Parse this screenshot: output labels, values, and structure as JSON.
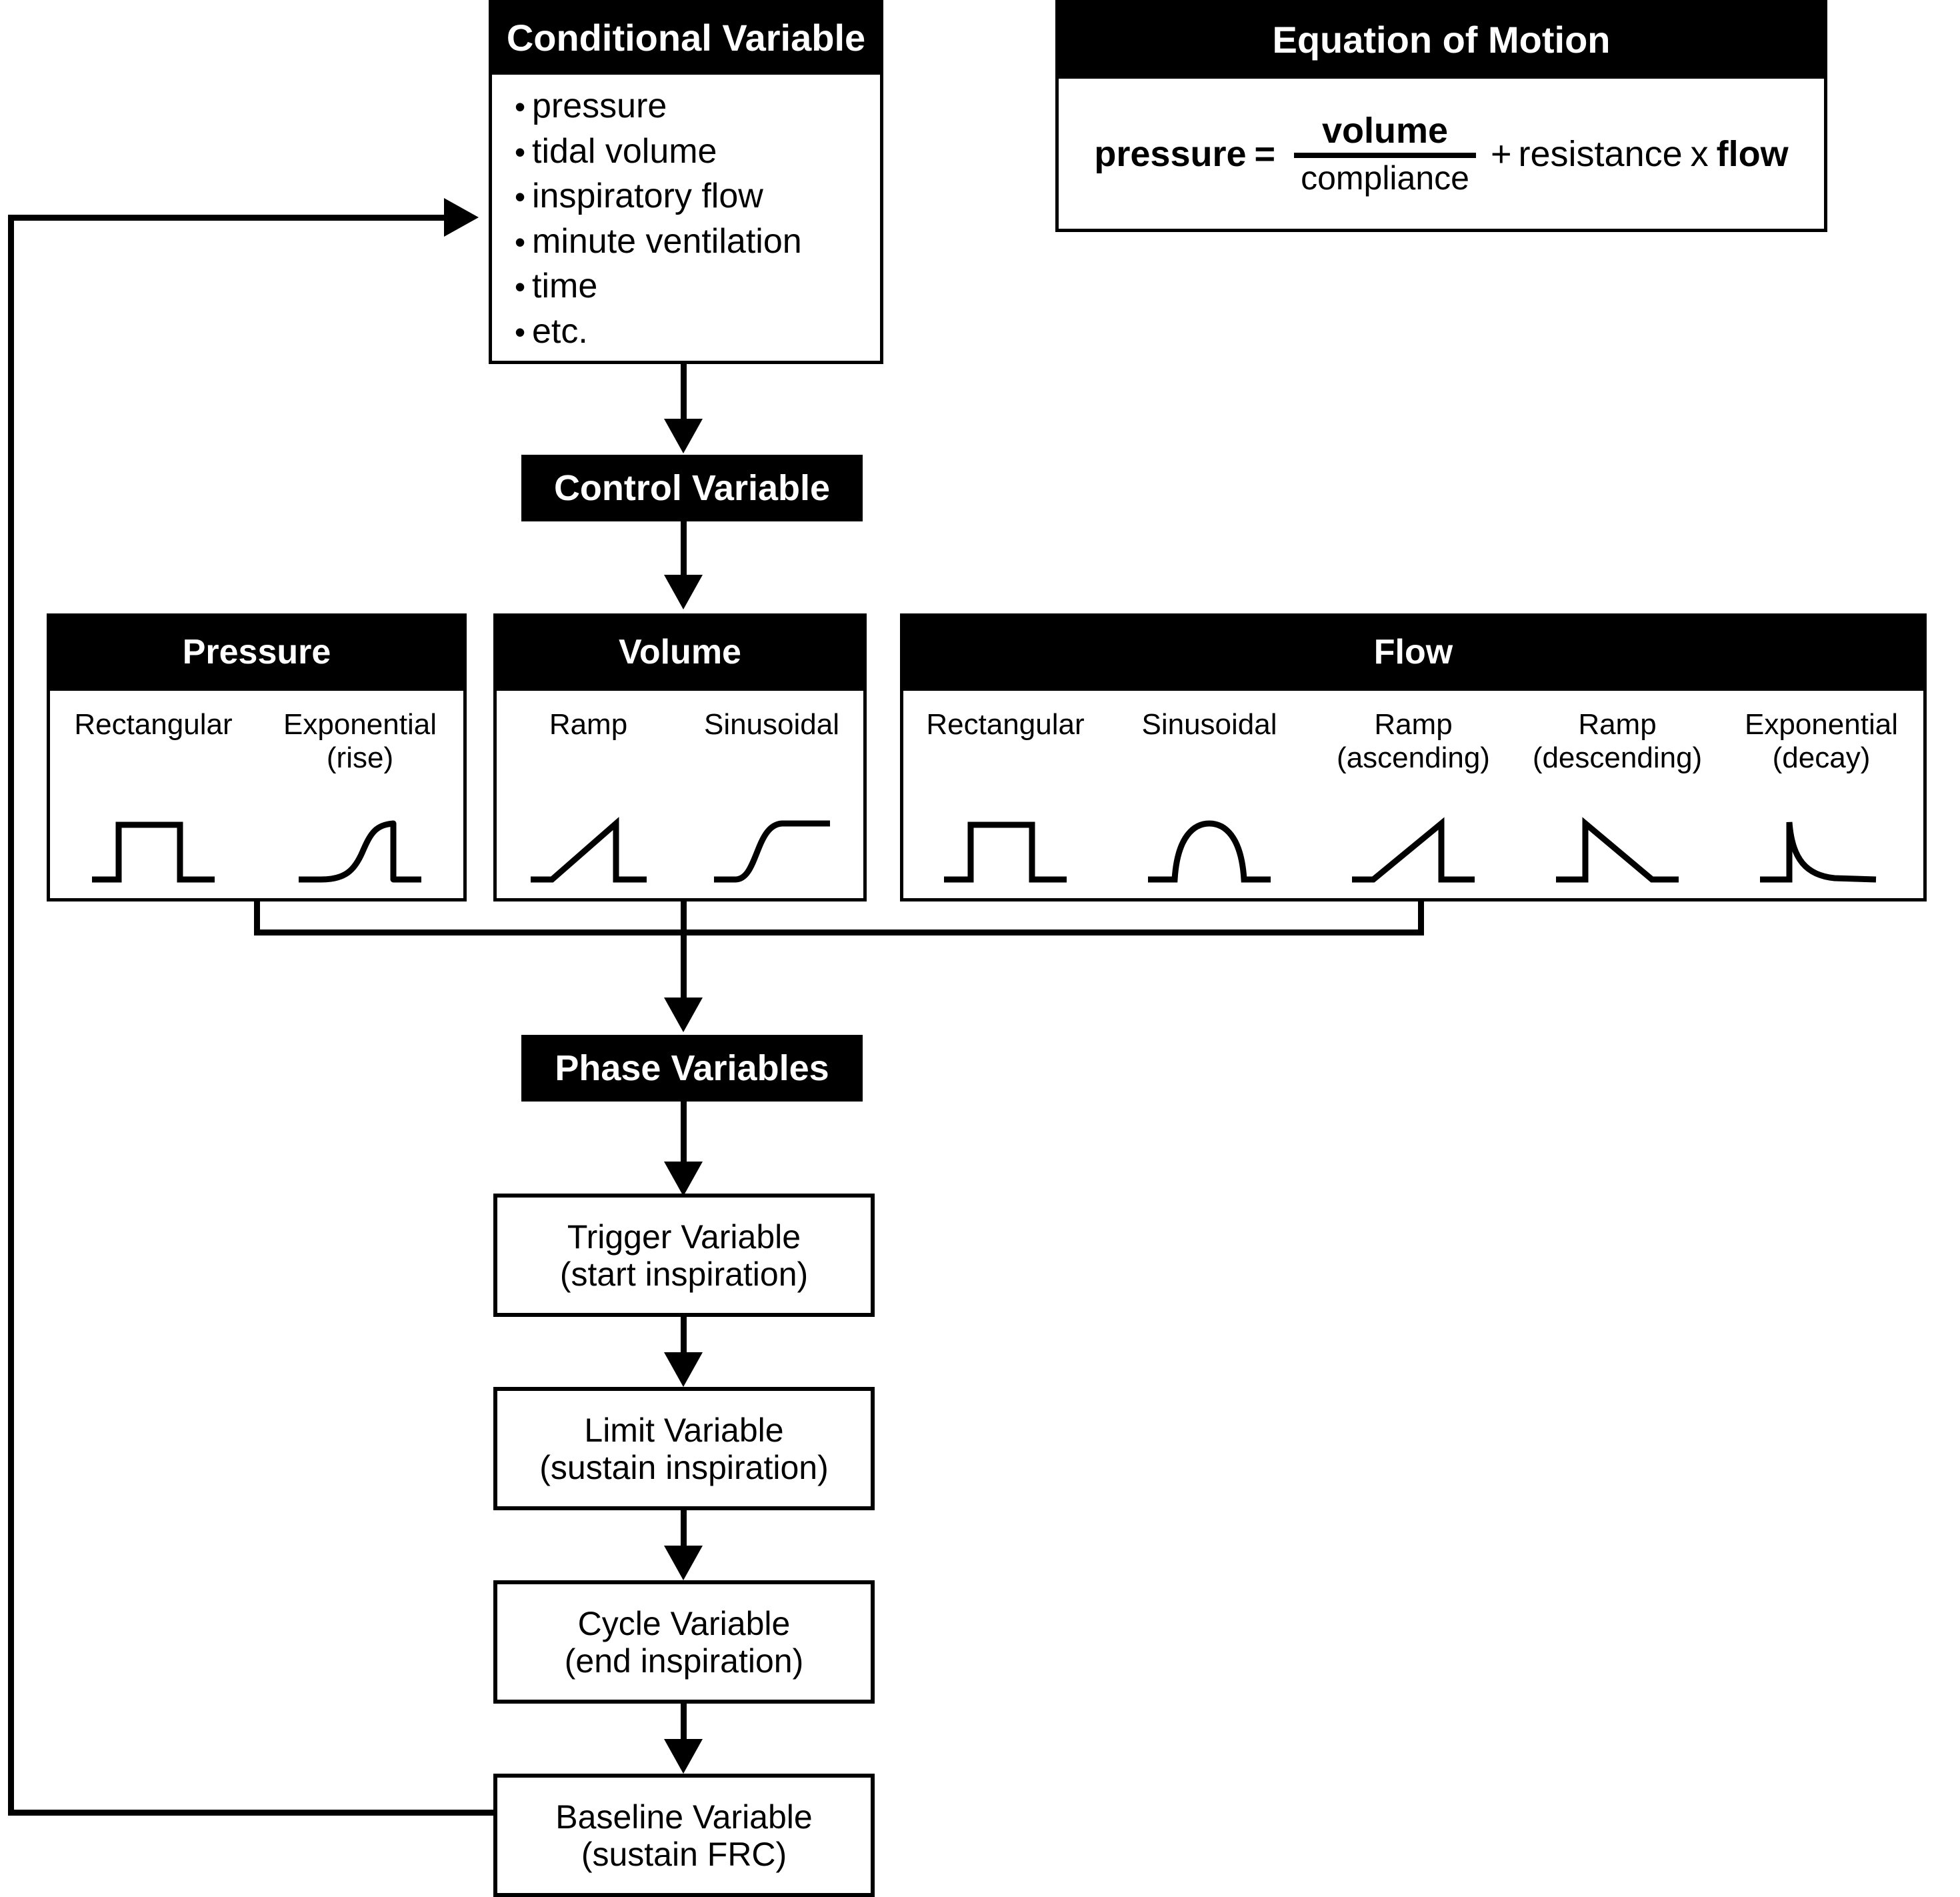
{
  "conditional_variable": {
    "title": "Conditional Variable",
    "items": [
      "pressure",
      "tidal volume",
      "inspiratory flow",
      "minute ventilation",
      "time",
      "etc."
    ]
  },
  "equation_of_motion": {
    "title": "Equation of Motion",
    "lhs": "pressure",
    "equals": "=",
    "numerator": "volume",
    "denominator": "compliance",
    "plus": "+",
    "resistance": "resistance",
    "times": "x",
    "flow": "flow",
    "full_text": "pressure = volume / compliance + resistance x flow"
  },
  "control_variable": {
    "title": "Control Variable"
  },
  "control_groups": [
    {
      "title": "Pressure",
      "waveforms": [
        {
          "label": "Rectangular",
          "sublabel": "",
          "shape": "rectangular"
        },
        {
          "label": "Exponential",
          "sublabel": "(rise)",
          "shape": "exponential-rise"
        }
      ]
    },
    {
      "title": "Volume",
      "waveforms": [
        {
          "label": "Ramp",
          "sublabel": "",
          "shape": "ramp-ascending"
        },
        {
          "label": "Sinusoidal",
          "sublabel": "",
          "shape": "sigmoid"
        }
      ]
    },
    {
      "title": "Flow",
      "waveforms": [
        {
          "label": "Rectangular",
          "sublabel": "",
          "shape": "rectangular"
        },
        {
          "label": "Sinusoidal",
          "sublabel": "",
          "shape": "half-sine"
        },
        {
          "label": "Ramp",
          "sublabel": "(ascending)",
          "shape": "ramp-ascending"
        },
        {
          "label": "Ramp",
          "sublabel": "(descending)",
          "shape": "ramp-descending"
        },
        {
          "label": "Exponential",
          "sublabel": "(decay)",
          "shape": "exponential-decay"
        }
      ]
    }
  ],
  "phase_variables": {
    "title": "Phase Variables",
    "boxes": [
      {
        "name": "Trigger Variable",
        "detail": "(start inspiration)"
      },
      {
        "name": "Limit Variable",
        "detail": "(sustain inspiration)"
      },
      {
        "name": "Cycle Variable",
        "detail": "(end inspiration)"
      },
      {
        "name": "Baseline Variable",
        "detail": "(sustain FRC)"
      }
    ]
  },
  "colors": {
    "ink": "#000000",
    "paper": "#ffffff"
  }
}
